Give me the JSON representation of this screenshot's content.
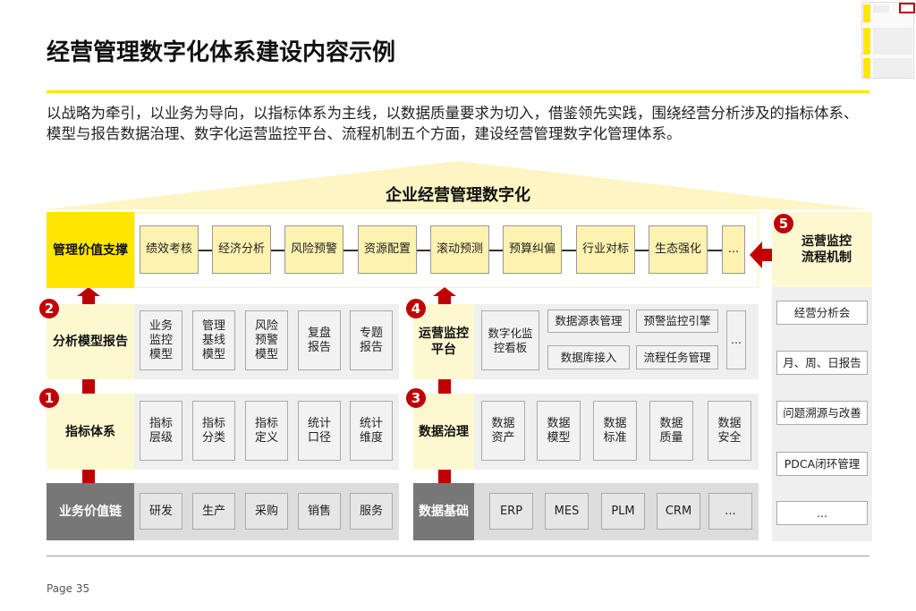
{
  "title": "经营管理数字化体系建设内容示例",
  "description": "以战略为牵引，以业务为导向，以指标体系为主线，以数据质量要求为切入，借鉴领先实践，围绕经营分析涉及的指标体系、模型与报告数据治理、数字化运营监控平台、流程机制五个方面，建设经营管理数字化管理体系。",
  "roof": "企业经营管理数字化",
  "top": {
    "label": "管理价值支撑",
    "items": [
      "绩效考核",
      "经济分析",
      "风险预警",
      "资源配置",
      "滚动预测",
      "预算纠偏",
      "行业对标",
      "生态强化",
      "..."
    ]
  },
  "left": {
    "analysis": {
      "num": "2",
      "label": "分析模型报告",
      "items": [
        "业务\n监控\n模型",
        "管理\n基线\n模型",
        "风险\n预警\n模型",
        "复盘\n报告",
        "专题\n报告"
      ]
    },
    "indicator": {
      "num": "1",
      "label": "指标体系",
      "items": [
        "指标\n层级",
        "指标\n分类",
        "指标\n定义",
        "统计\n口径",
        "统计\n维度"
      ]
    },
    "chain": {
      "label": "业务价值链",
      "items": [
        "研发",
        "生产",
        "采购",
        "销售",
        "服务"
      ]
    }
  },
  "mid": {
    "platform": {
      "num": "4",
      "label": "运营监控\n平台",
      "items": [
        "数字化监\n控看板",
        "数据源表管理",
        "预警监控引擎",
        "数据库接入",
        "流程任务管理",
        "..."
      ]
    },
    "governance": {
      "num": "3",
      "label": "数据治理",
      "items": [
        "数据\n资产",
        "数据\n模型",
        "数据\n标准",
        "数据\n质量",
        "数据\n安全"
      ]
    },
    "foundation": {
      "label": "数据基础",
      "items": [
        "ERP",
        "MES",
        "PLM",
        "CRM",
        "..."
      ]
    }
  },
  "right": {
    "num": "5",
    "label": "运营监控\n流程机制",
    "items": [
      "经营分析会",
      "月、周、日报告",
      "问题溯源与改善",
      "PDCA闭环管理",
      "..."
    ]
  },
  "footer": {
    "page": "Page 35"
  },
  "colors": {
    "yellow": "#ffe600",
    "red": "#c00000",
    "lightYellow": "#fdf8d0"
  }
}
